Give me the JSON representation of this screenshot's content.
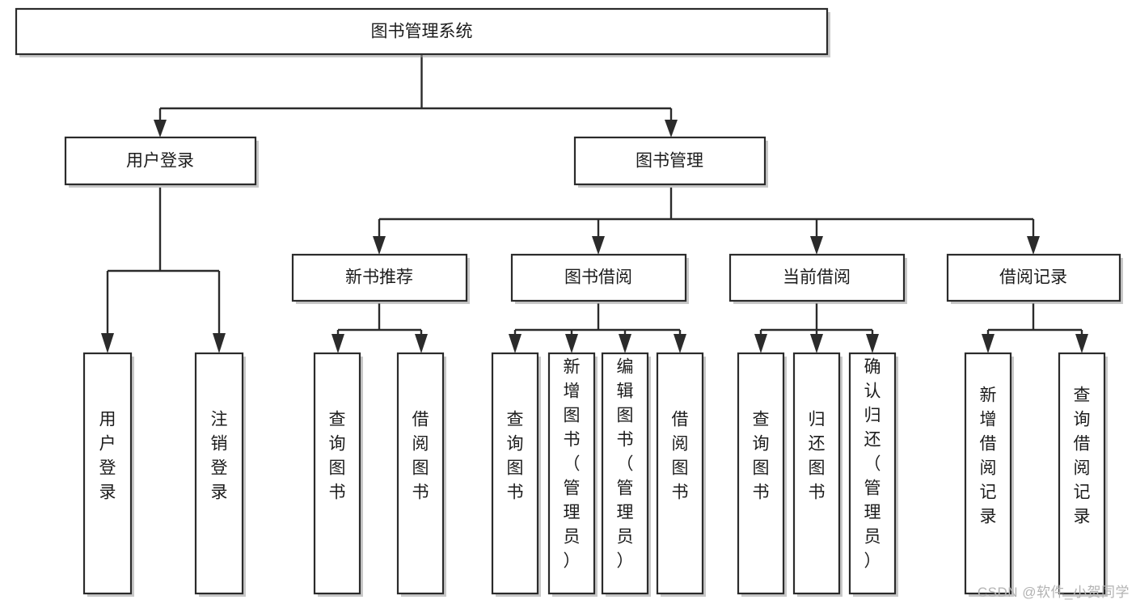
{
  "diagram": {
    "type": "tree-hierarchy",
    "title": "图书管理系统",
    "orientation": "top-down",
    "colors": {
      "box_fill": "#ffffff",
      "box_stroke": "#2b2b2b",
      "connector": "#2b2b2b",
      "text": "#1c1c1c",
      "watermark": "#b3b3b3",
      "background": "#ffffff"
    },
    "root": {
      "label": "图书管理系统",
      "level": 1
    },
    "level2": [
      {
        "label": "用户登录"
      },
      {
        "label": "图书管理"
      }
    ],
    "level3": [
      {
        "label": "新书推荐",
        "parent": "图书管理"
      },
      {
        "label": "图书借阅",
        "parent": "图书管理"
      },
      {
        "label": "当前借阅",
        "parent": "图书管理"
      },
      {
        "label": "借阅记录",
        "parent": "图书管理"
      }
    ],
    "leaves": {
      "用户登录": [
        {
          "label": "用户登录"
        },
        {
          "label": "注销登录"
        }
      ],
      "新书推荐": [
        {
          "label": "查询图书"
        },
        {
          "label": "借阅图书"
        }
      ],
      "图书借阅": [
        {
          "label": "查询图书"
        },
        {
          "label": "新增图书（管理员）"
        },
        {
          "label": "编辑图书（管理员）"
        },
        {
          "label": "借阅图书"
        }
      ],
      "当前借阅": [
        {
          "label": "查询图书"
        },
        {
          "label": "归还图书"
        },
        {
          "label": "确认归还（管理员）"
        }
      ],
      "借阅记录": [
        {
          "label": "新增借阅记录"
        },
        {
          "label": "查询借阅记录"
        }
      ]
    }
  },
  "watermark": {
    "text": "CSDN @软件_小贺同学"
  }
}
